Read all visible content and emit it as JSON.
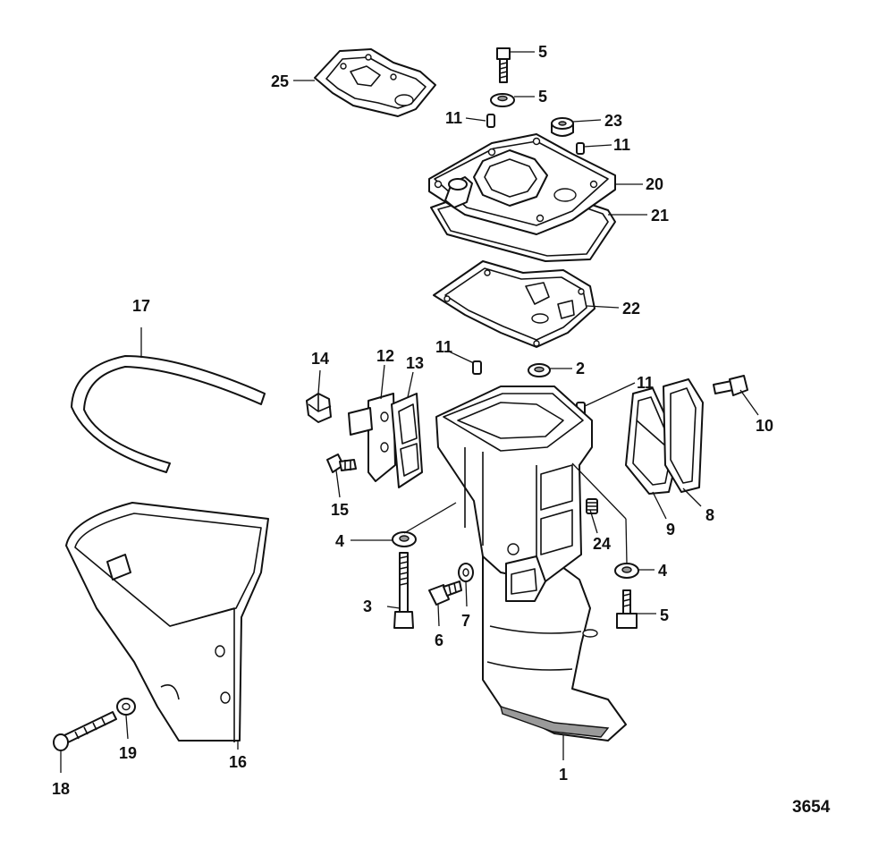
{
  "figure_number": "3654",
  "callouts": {
    "c1": "1",
    "c2": "2",
    "c3": "3",
    "c4a": "4",
    "c4b": "4",
    "c5a": "5",
    "c5b": "5",
    "c5c": "5",
    "c6": "6",
    "c7": "7",
    "c8": "8",
    "c9": "9",
    "c10": "10",
    "c11a": "11",
    "c11b": "11",
    "c11c": "11",
    "c11d": "11",
    "c12": "12",
    "c13": "13",
    "c14": "14",
    "c15": "15",
    "c16": "16",
    "c17": "17",
    "c18": "18",
    "c19": "19",
    "c20": "20",
    "c21": "21",
    "c22": "22",
    "c23": "23",
    "c24": "24",
    "c25": "25"
  }
}
